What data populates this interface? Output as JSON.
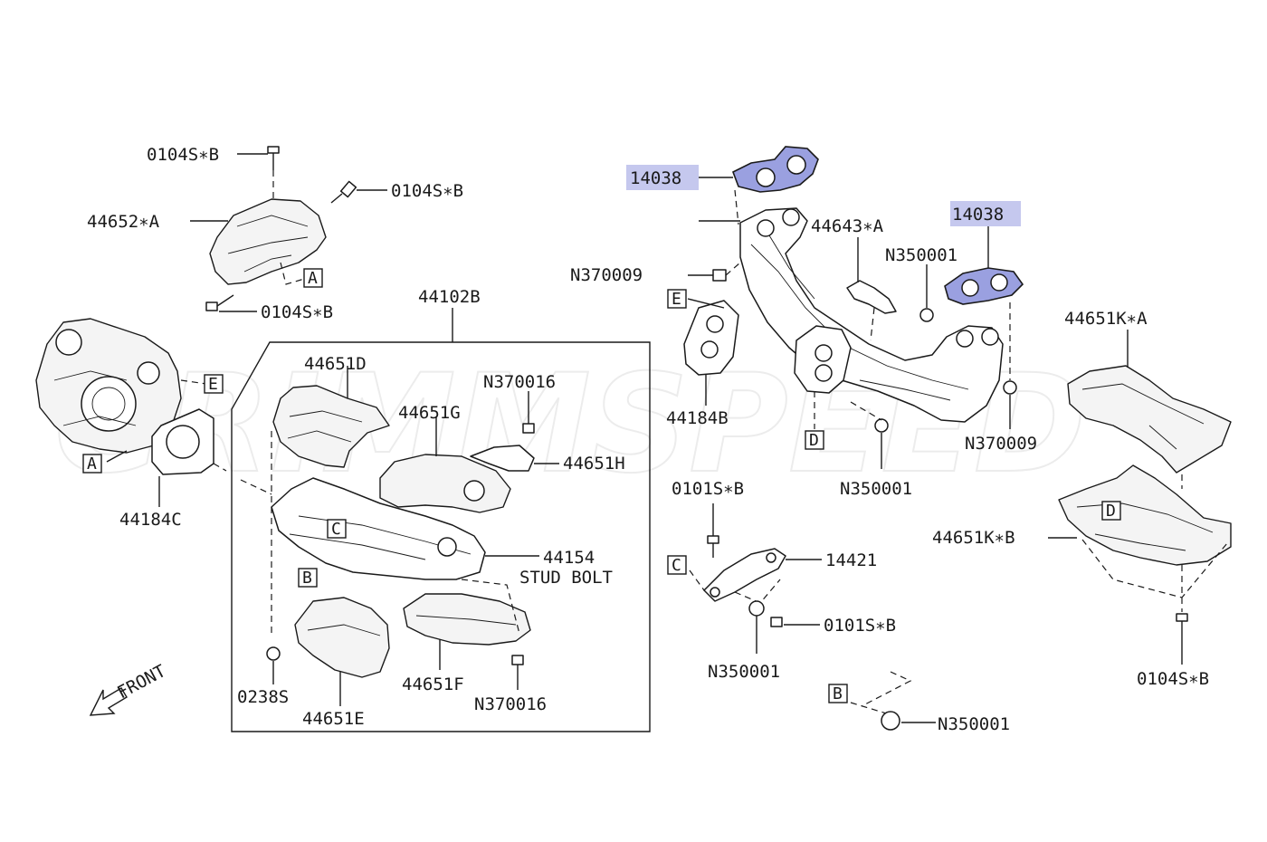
{
  "colors": {
    "highlight": "#9aa0e0",
    "highlight_label": "#c5c8ee",
    "line": "#1a1a1a"
  },
  "labels": {
    "l_0104sb_top": "0104S∗B",
    "l_0104sb_right": "0104S∗B",
    "l_44652a": "44652∗A",
    "l_0104sb_bottom": "0104S∗B",
    "l_44102b": "44102B",
    "l_44651d": "44651D",
    "l_n370016_top": "N370016",
    "l_44651g": "44651G",
    "l_44651h": "44651H",
    "l_44154": "44154",
    "l_stud_bolt": "STUD BOLT",
    "l_44184c": "44184C",
    "l_0238s": "0238S",
    "l_44651e": "44651E",
    "l_44651f": "44651F",
    "l_n370016_bottom": "N370016",
    "l_front": "FRONT",
    "l_14038_left": "14038",
    "l_14038_right": "14038",
    "l_44643a": "44643∗A",
    "l_n350001_top": "N350001",
    "l_n370009_left": "N370009",
    "l_44184b": "44184B",
    "l_n370009_right": "N370009",
    "l_n350001_mid": "N350001",
    "l_44651ka": "44651K∗A",
    "l_0101sb_top": "0101S∗B",
    "l_14421": "14421",
    "l_0101sb_right": "0101S∗B",
    "l_n350001_low": "N350001",
    "l_44651kb": "44651K∗B",
    "l_0104sb_far": "0104S∗B",
    "l_n350001_bottom": "N350001"
  },
  "refs": {
    "r_a1": "A",
    "r_e1": "E",
    "r_a2": "A",
    "r_c1": "C",
    "r_b1": "B",
    "r_e2": "E",
    "r_d1": "D",
    "r_c2": "C",
    "r_b2": "B",
    "r_d2": "D"
  }
}
